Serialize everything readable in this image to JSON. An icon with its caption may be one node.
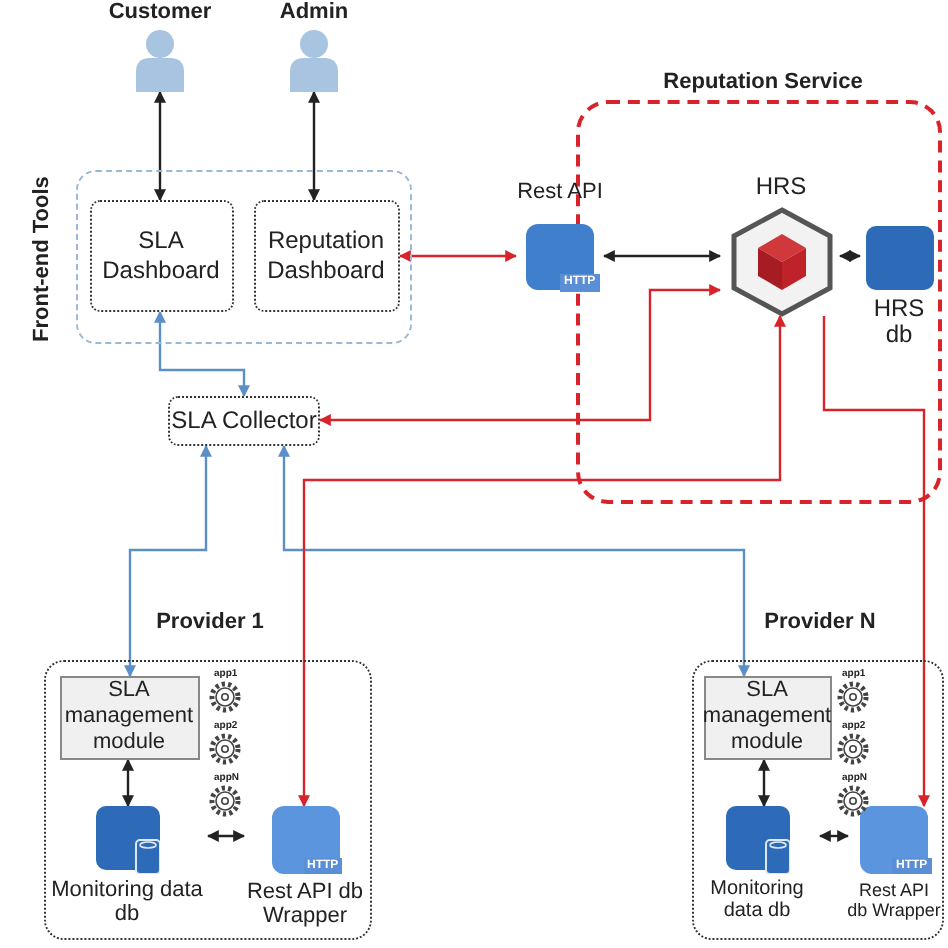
{
  "diagram": {
    "nodes": [
      {
        "text": [
          "Customer"
        ]
      },
      {
        "text": [
          "Admin"
        ]
      },
      {
        "text": [
          "Front-end Tools"
        ]
      },
      {
        "text": [
          "SLA Dashboard"
        ],
        "in": 2
      },
      {
        "text": [
          "Reputation Dashboard"
        ],
        "in": 2
      },
      {
        "text": [
          "Reputation Service"
        ]
      },
      {
        "text": [
          "Rest API",
          "HTTP"
        ]
      },
      {
        "text": [
          "HRS"
        ],
        "in": 5
      },
      {
        "text": [
          "HRS db"
        ],
        "in": 5
      },
      {
        "text": [
          "SLA Collector"
        ]
      },
      {
        "text": [
          "Provider 1"
        ]
      },
      {
        "text": [
          "SLA management module"
        ],
        "in": 10
      },
      {
        "text": [
          "Monitoring data db"
        ],
        "in": 10
      },
      {
        "text": [
          "HTTP",
          "Rest API db Wrapper"
        ],
        "in": 10
      },
      {
        "text": [
          "Provider N"
        ]
      },
      {
        "text": [
          "SLA management module"
        ],
        "in": 14
      },
      {
        "text": [
          "Monitoring data db"
        ],
        "in": 14
      },
      {
        "text": [
          "HTTP",
          "Rest API db Wrapper"
        ],
        "in": 14
      }
    ],
    "edges": [
      {
        "from": 0,
        "to": 3,
        "arrow": "both"
      },
      {
        "from": 1,
        "to": 4,
        "arrow": "both"
      },
      {
        "from": 6,
        "to": 4,
        "arrow": "both",
        "color": "#d9232a"
      },
      {
        "from": 6,
        "to": 7,
        "arrow": "both"
      },
      {
        "from": 7,
        "to": 8,
        "arrow": "both"
      },
      {
        "from": 3,
        "to": 9,
        "arrow": "both",
        "color": "#5b8fc7"
      },
      {
        "from": 7,
        "to": 9,
        "arrow": "both",
        "color": "#d9232a"
      },
      {
        "from": 9,
        "to": 11,
        "arrow": "both",
        "color": "#5b8fc7"
      },
      {
        "from": 9,
        "to": 15,
        "arrow": "both",
        "color": "#5b8fc7"
      },
      {
        "from": 13,
        "to": 7,
        "arrow": "both",
        "color": "#d9232a"
      },
      {
        "from": 7,
        "to": 17,
        "arrow": "to",
        "color": "#d9232a"
      },
      {
        "from": 11,
        "to": 12,
        "arrow": "both"
      },
      {
        "from": 12,
        "to": 13,
        "arrow": "both"
      },
      {
        "from": 15,
        "to": 16,
        "arrow": "both"
      },
      {
        "from": 16,
        "to": 17,
        "arrow": "both"
      }
    ],
    "labels": [
      "app1",
      "app2",
      "appN",
      "app1",
      "app2",
      "appN"
    ]
  }
}
